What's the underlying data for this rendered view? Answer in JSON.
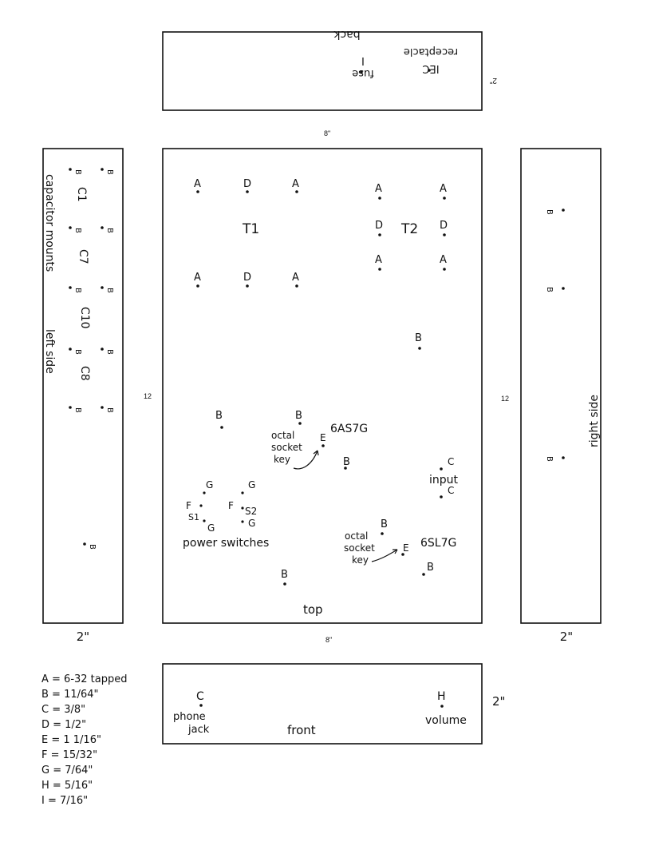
{
  "panels": {
    "back": {
      "title": "back",
      "iec_label_1": "IEC",
      "iec_label_2": "receptacle",
      "fuse_label_1": "fuse",
      "fuse_label_2": "I",
      "height_dim": "2\"",
      "width_dim": "8\""
    },
    "top": {
      "title": "top",
      "width_dim": "8\"",
      "height_dim": "12",
      "t1": "T1",
      "t2": "T2",
      "tube1": "6AS7G",
      "tube2": "6SL7G",
      "octal1_1": "octal",
      "octal1_2": "socket",
      "octal1_3": "key",
      "octal2_1": "octal",
      "octal2_2": "socket",
      "octal2_3": "key",
      "input": "input",
      "s1": "S1",
      "s2": "S2",
      "power_switches": "power switches",
      "letters": {
        "A": "A",
        "B": "B",
        "C": "C",
        "D": "D",
        "E": "E",
        "F": "F",
        "G": "G"
      }
    },
    "left": {
      "title": "left side",
      "sub": "capacitor mounts",
      "width_dim": "2\"",
      "caps": [
        "C1",
        "C7",
        "C10",
        "C8"
      ],
      "b": "B"
    },
    "right": {
      "title": "right side",
      "width_dim": "2\"",
      "height_dim": "12",
      "b": "B"
    },
    "front": {
      "title": "front",
      "c": "C",
      "h": "H",
      "phone_1": "phone",
      "phone_2": "jack",
      "volume": "volume",
      "height_dim": "2\""
    }
  },
  "legend": [
    "A = 6-32 tapped",
    "B = 11/64\"",
    "C = 3/8\"",
    "D = 1/2\"",
    "E = 1 1/16\"",
    "F = 15/32\"",
    "G = 7/64\"",
    "H = 5/16\"",
    "I = 7/16\""
  ]
}
